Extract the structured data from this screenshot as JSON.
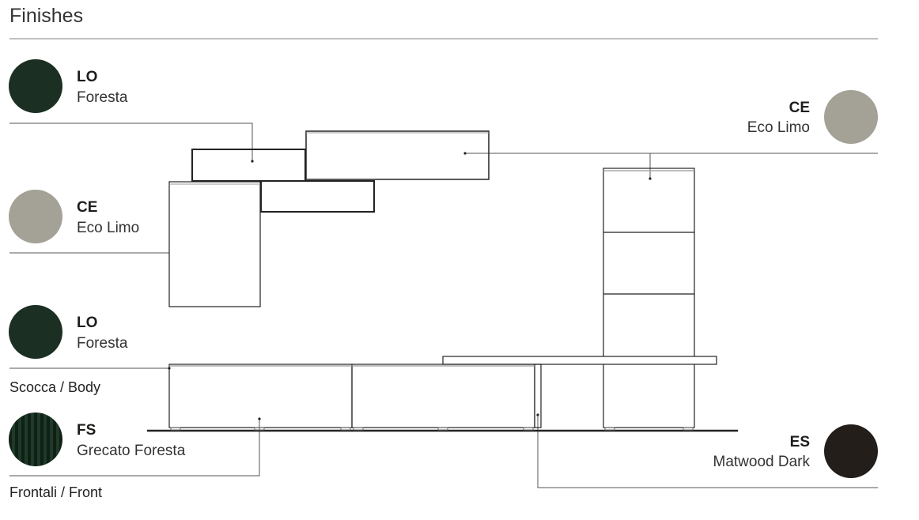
{
  "title": "Finishes",
  "finishes": [
    {
      "code": "LO",
      "name": "Foresta",
      "color": "#1b2f22"
    },
    {
      "code": "CE",
      "name": "Eco Limo",
      "color": "#a4a296"
    },
    {
      "code": "LO",
      "name": "Foresta",
      "color": "#1b2f22"
    },
    {
      "code": "FS",
      "name": "Grecato Foresta",
      "color": "#16281c"
    },
    {
      "code": "CE",
      "name": "Eco Limo",
      "color": "#a4a296"
    },
    {
      "code": "ES",
      "name": "Matwood Dark",
      "color": "#241e1a"
    }
  ],
  "captions": {
    "body": "Scocca /  Body",
    "front": "Frontali /  Front"
  }
}
